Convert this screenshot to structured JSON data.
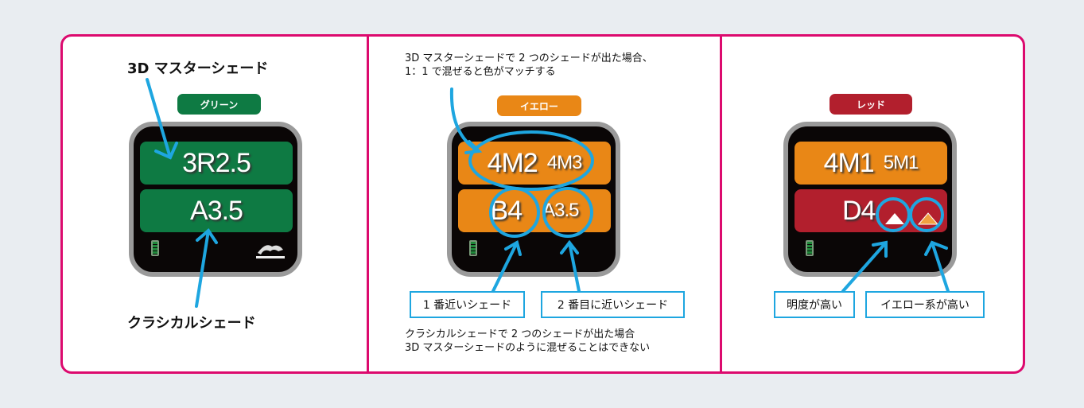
{
  "colors": {
    "frame": "#dc0a6e",
    "green": "#0e7a43",
    "orange": "#e98716",
    "red": "#b21f2d",
    "arrow": "#1ea6e0"
  },
  "panel1": {
    "heading_top": "3D マスターシェード",
    "badge": "グリーン",
    "row1": "3R2.5",
    "row2": "A3.5",
    "heading_bottom": "クラシカルシェード",
    "icons": [
      "battery-icon",
      "shade-guide-icon"
    ]
  },
  "panel2": {
    "note_top_line1": "3D マスターシェードで 2 つのシェードが出た場合、",
    "note_top_line2": "1：1 で混ぜると色がマッチする",
    "badge": "イエロー",
    "row1_primary": "4M2",
    "row1_secondary": "4M3",
    "row2_primary": "B4",
    "row2_secondary": "A3.5",
    "label_first": "1 番近いシェード",
    "label_second": "2 番目に近いシェード",
    "note_bottom_line1": "クラシカルシェードで 2 つのシェードが出た場合",
    "note_bottom_line2": "3D マスターシェードのように混ぜることはできない"
  },
  "panel3": {
    "badge": "レッド",
    "row1_primary": "4M1",
    "row1_secondary": "5M1",
    "row2_primary": "D4",
    "label_value": "明度が高い",
    "label_yellow": "イエロー系が高い"
  }
}
